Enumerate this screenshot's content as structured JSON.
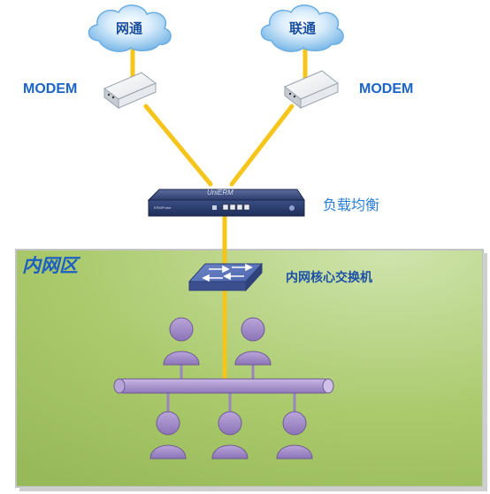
{
  "clouds": [
    {
      "id": "wangtong",
      "label": "网通"
    },
    {
      "id": "liantong",
      "label": "联通"
    }
  ],
  "modems": [
    {
      "label": "MODEM"
    },
    {
      "label": "MODEM"
    }
  ],
  "load_balancer": {
    "label": "负载均衡",
    "brand": "UniERM",
    "model": "ERMProbe"
  },
  "zone": {
    "label": "内网区"
  },
  "core_switch": {
    "label": "内网核心交换机"
  },
  "colors": {
    "link": "#f5c51b",
    "zone_fill": "#a4c462",
    "cloud": "#8ec6ee",
    "user": "#9b84c4",
    "bus": "#a790c8",
    "label_blue": "#1a63c8"
  },
  "users": {
    "top_row": 2,
    "bottom_row": 3
  }
}
